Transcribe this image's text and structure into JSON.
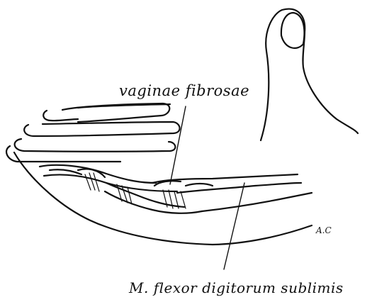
{
  "labels": {
    "top": "vaginae fibrosae",
    "bottom": "M. flexor digitorum sublimis",
    "signature": "A.C"
  },
  "colors": {
    "ink": "#111111",
    "paper": "#ffffff"
  }
}
